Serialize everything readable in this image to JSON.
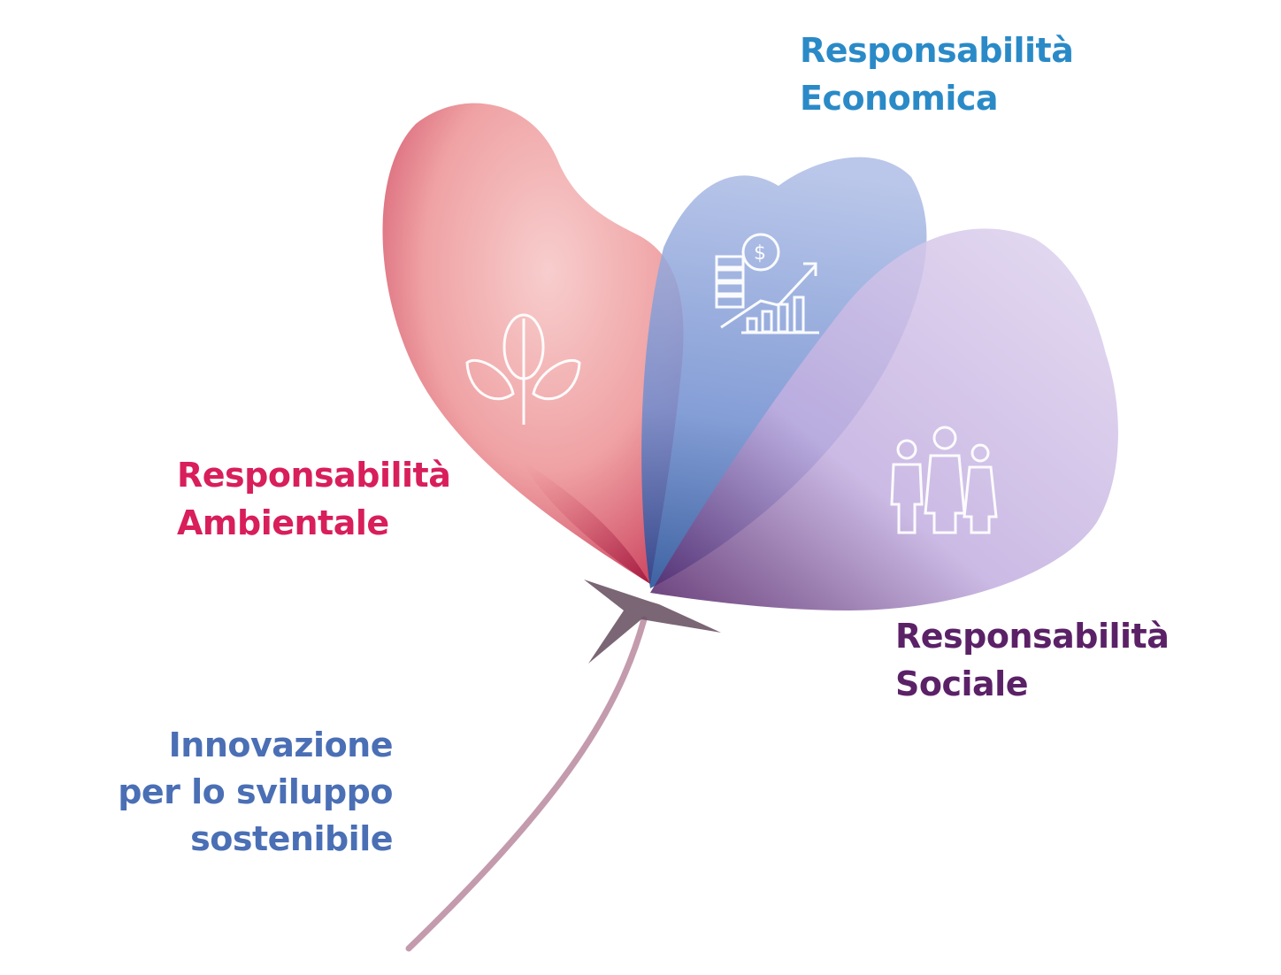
{
  "colors": {
    "economica": "#2a8ac7",
    "ambientale": "#d81e5b",
    "sociale": "#5b2167",
    "innovazione": "#4a6fb5",
    "petal_red": "#ee8f93",
    "petal_blue": "#8fa6dc",
    "petal_purple": "#c8b6e4",
    "stem": "#b28aa0"
  },
  "labels": {
    "economica": {
      "line1": "Responsabilità",
      "line2": "Economica"
    },
    "ambientale": {
      "line1": "Responsabilità",
      "line2": "Ambientale"
    },
    "sociale": {
      "line1": "Responsabilità",
      "line2": "Sociale"
    },
    "innovazione": {
      "line1": "Innovazione",
      "line2": "per lo sviluppo",
      "line3": "sostenibile"
    }
  },
  "icons": {
    "ambientale": "leaves-icon",
    "economica": "coins-growth-chart-icon",
    "sociale": "family-icon"
  }
}
